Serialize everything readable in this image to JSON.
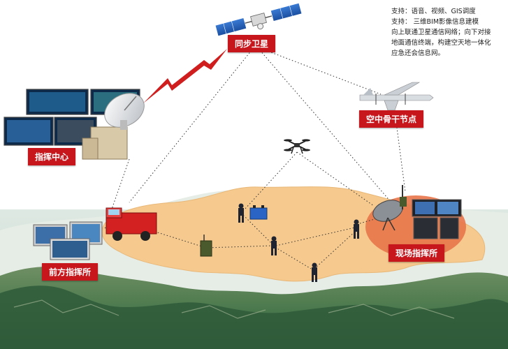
{
  "labels": {
    "satellite": "同步卫星",
    "air_node": "空中骨干节点",
    "command_center": "指挥中心",
    "front_post": "前方指挥所",
    "field_post": "现场指挥所"
  },
  "notes": {
    "line1": "支持：语音、视频、GIS调度",
    "line2": "支持： 三维BIM影像信息建模",
    "line3": "向上联通卫星通信网络；向下对接",
    "line4": "地面通信终端，构建空天地一体化",
    "line5": "应急还会信息网。"
  },
  "colors": {
    "label_bg": "#c8161d",
    "land": "#f6c98e",
    "field_halo": "#e8764a",
    "link_bolt": "#d01e1e"
  }
}
